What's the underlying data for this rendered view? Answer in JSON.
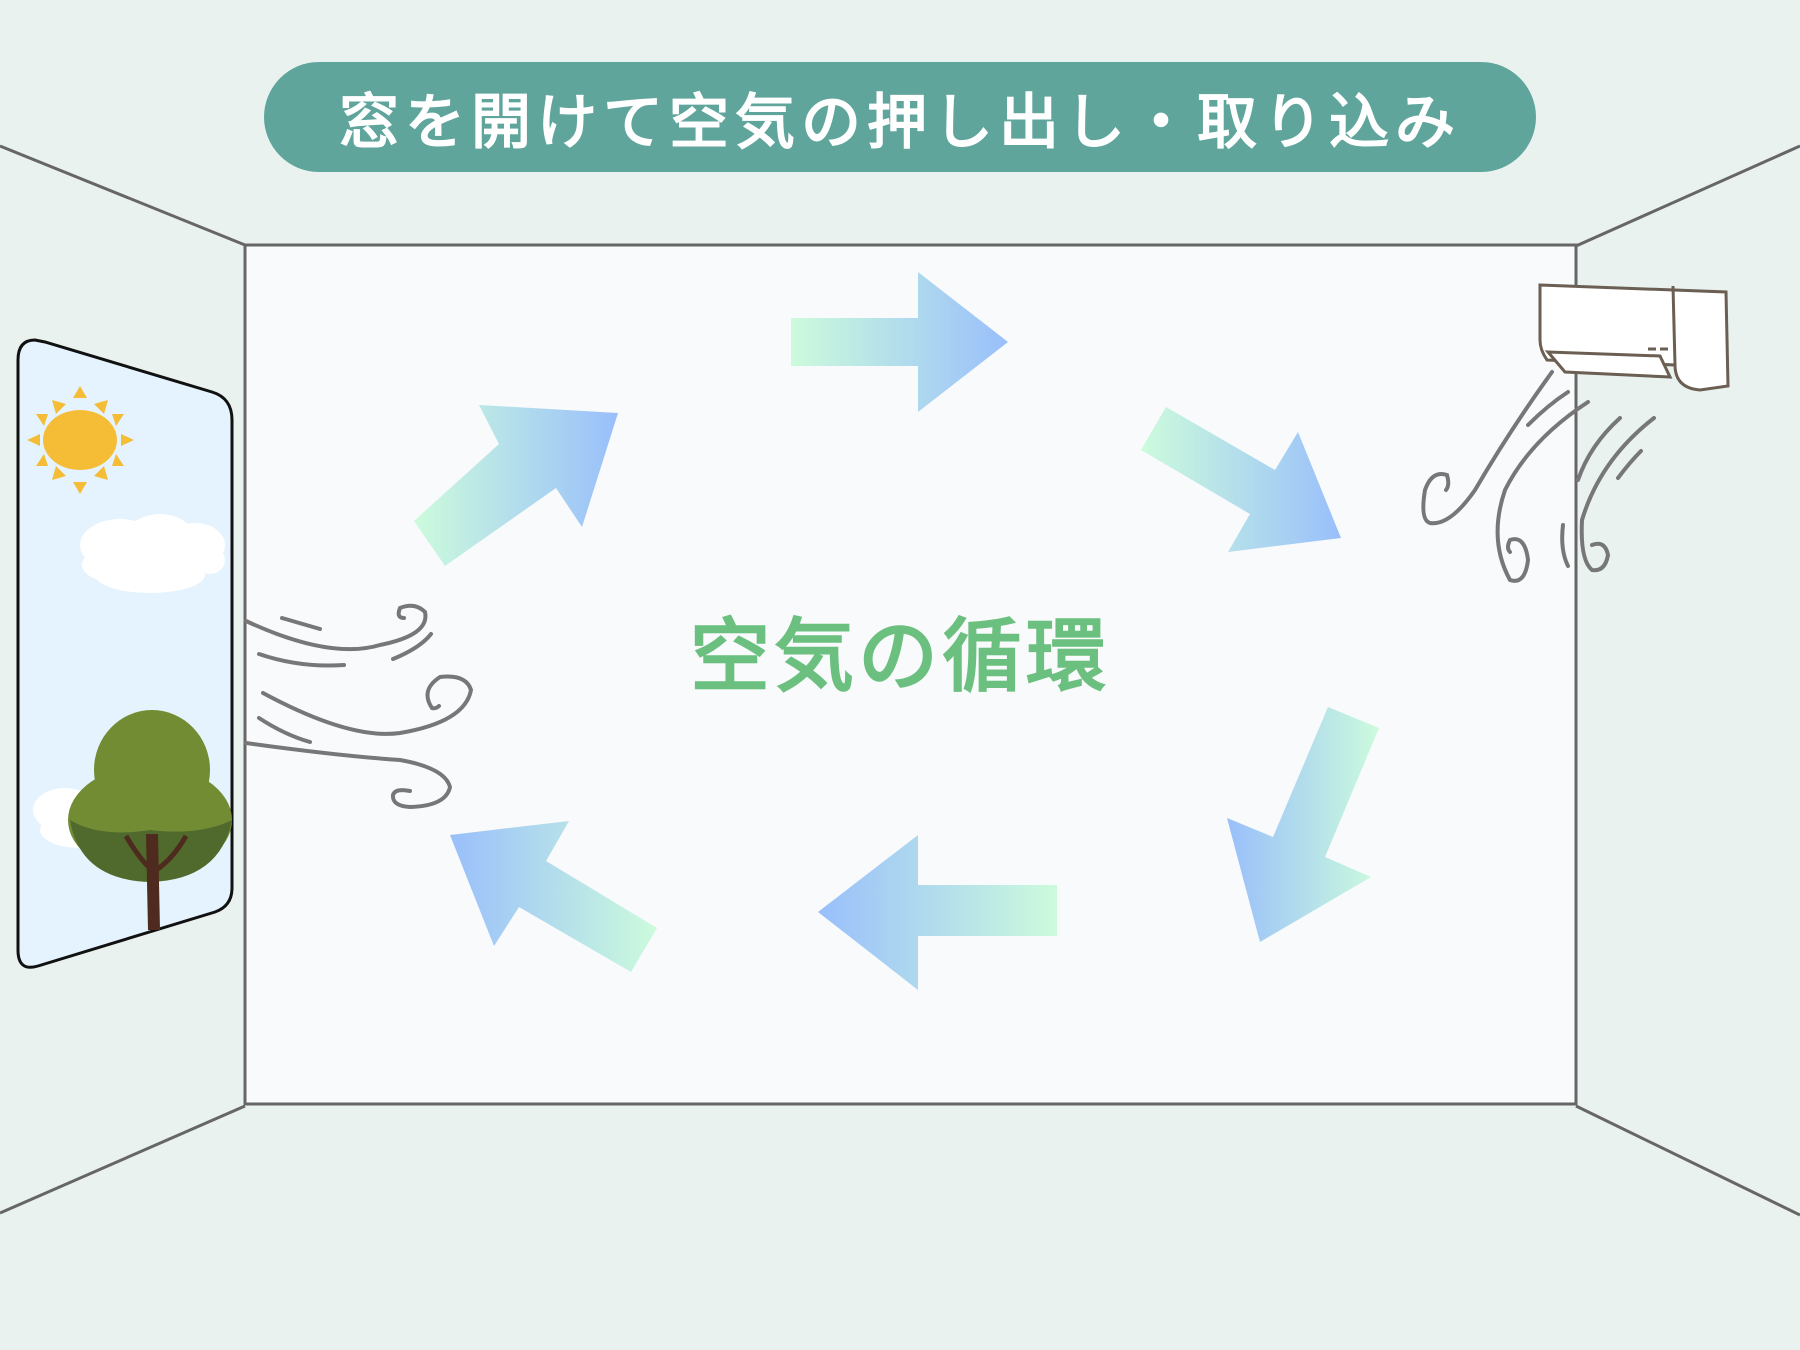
{
  "title": "窓を開けて空気の押し出し・取り込み",
  "center_label": "空気の循環",
  "colors": {
    "background": "#e9f2ef",
    "room_wall": "#f8fafc",
    "wall_line": "#666666",
    "banner": "#5fa59c",
    "banner_text": "#ffffff",
    "center_text": "#6cc07f",
    "arrow_gradient_start": "#ccfbdc",
    "arrow_gradient_end": "#99bffb",
    "window_sky": "#e4f3fd",
    "sun": "#f5bd36",
    "tree_light": "#728c34",
    "tree_dark": "#4f6a2c",
    "trunk": "#4f2a1e",
    "wind": "#777777",
    "aircon_outline": "#6b5e52"
  },
  "elements": {
    "window": "open window with sun, clouds and tree",
    "wind": "incoming wind gusts",
    "aircon": "wall-mounted air conditioner blowing air",
    "arrows": [
      "up-right",
      "right",
      "down-right",
      "down-left",
      "left",
      "up-left"
    ]
  }
}
